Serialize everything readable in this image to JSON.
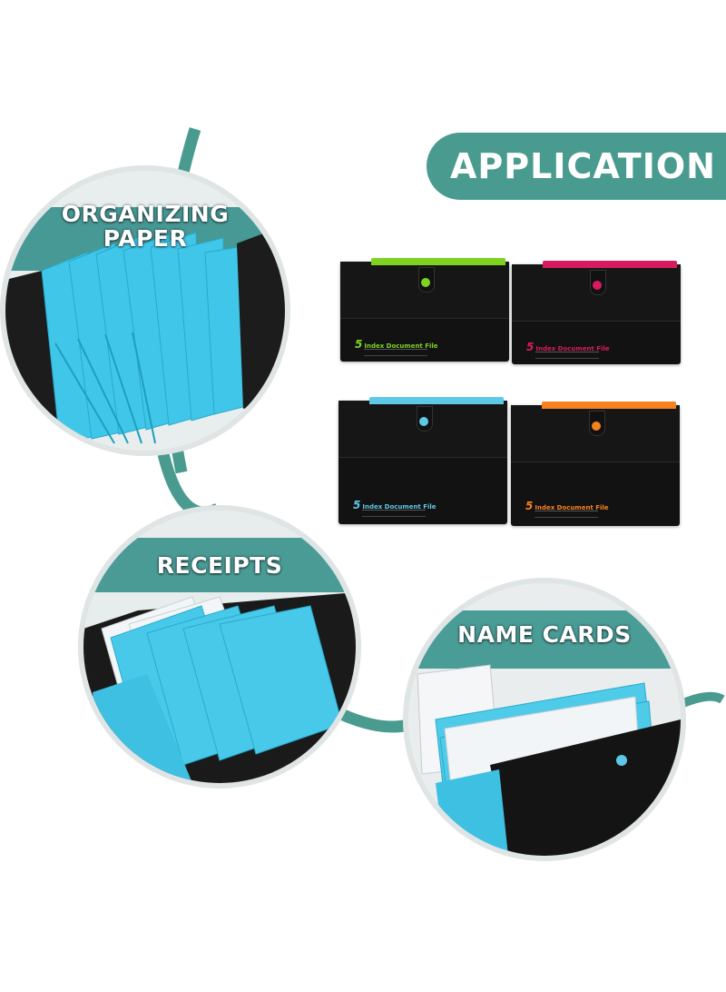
{
  "banner": {
    "title": "APPLICATION"
  },
  "circles": {
    "organizing": {
      "line1": "ORGANIZING",
      "line2": "PAPER"
    },
    "receipts": {
      "label": "RECEIPTS"
    },
    "namecards": {
      "label": "NAME CARDS"
    }
  },
  "folders": [
    {
      "accent": "#7ed321",
      "logo": "Index Document File",
      "number": "5"
    },
    {
      "accent": "#d81b60",
      "logo": "Index Document File",
      "number": "5"
    },
    {
      "accent": "#5ec8e8",
      "logo": "Index Document File",
      "number": "5"
    },
    {
      "accent": "#f5821f",
      "logo": "Index Document File",
      "number": "5"
    }
  ],
  "colors": {
    "teal": "#4a9b8f",
    "folder_blue": "#2ec4e6",
    "folder_black": "#121212"
  }
}
